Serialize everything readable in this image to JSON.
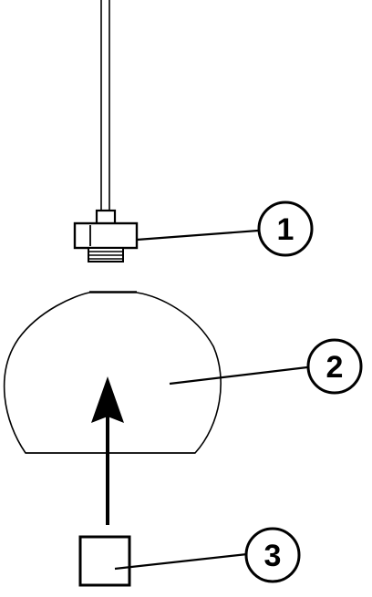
{
  "diagram": {
    "callouts": [
      {
        "number": "1"
      },
      {
        "number": "2"
      },
      {
        "number": "3"
      }
    ],
    "colors": {
      "stroke": "#000000",
      "background": "#ffffff"
    }
  }
}
